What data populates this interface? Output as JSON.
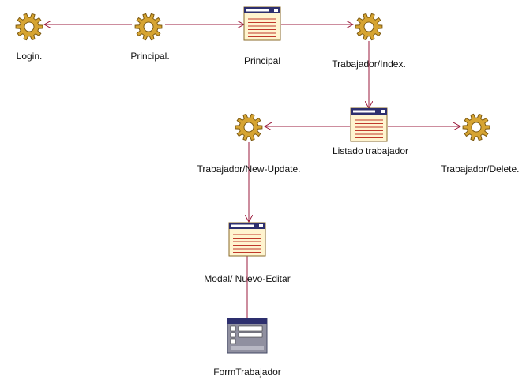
{
  "colors": {
    "edge": "#9b1b3c",
    "gear_fill": "#d6a432",
    "gear_stroke": "#7d5a10",
    "page_fill": "#fff4cf",
    "page_stroke": "#8a6a2a",
    "page_lines": "#c0392b",
    "titlebar": "#2d2f6e",
    "form_fill": "#9090a0"
  },
  "nodes": {
    "login": {
      "label": "Login.",
      "kind": "gear-icon"
    },
    "principal_server": {
      "label": "Principal.",
      "kind": "gear-icon"
    },
    "principal_page": {
      "label": "Principal",
      "kind": "page-icon"
    },
    "trabajador_index": {
      "label": "Trabajador/Index.",
      "kind": "gear-icon"
    },
    "listado_trabajador": {
      "label": "Listado trabajador",
      "kind": "page-icon"
    },
    "trabajador_new_update": {
      "label": "Trabajador/New-Update.",
      "kind": "gear-icon"
    },
    "trabajador_delete": {
      "label": "Trabajador/Delete.",
      "kind": "gear-icon"
    },
    "modal_nuevo_editar": {
      "label": "Modal/ Nuevo-Editar",
      "kind": "page-icon"
    },
    "form_trabajador": {
      "label": "FormTrabajador",
      "kind": "form-icon"
    }
  },
  "edges": [
    {
      "from": "principal_server",
      "to": "login"
    },
    {
      "from": "principal_server",
      "to": "principal_page"
    },
    {
      "from": "principal_page",
      "to": "trabajador_index"
    },
    {
      "from": "trabajador_index",
      "to": "listado_trabajador"
    },
    {
      "from": "listado_trabajador",
      "to": "trabajador_new_update"
    },
    {
      "from": "listado_trabajador",
      "to": "trabajador_delete"
    },
    {
      "from": "trabajador_new_update",
      "to": "modal_nuevo_editar"
    },
    {
      "from": "modal_nuevo_editar",
      "to": "form_trabajador"
    }
  ]
}
